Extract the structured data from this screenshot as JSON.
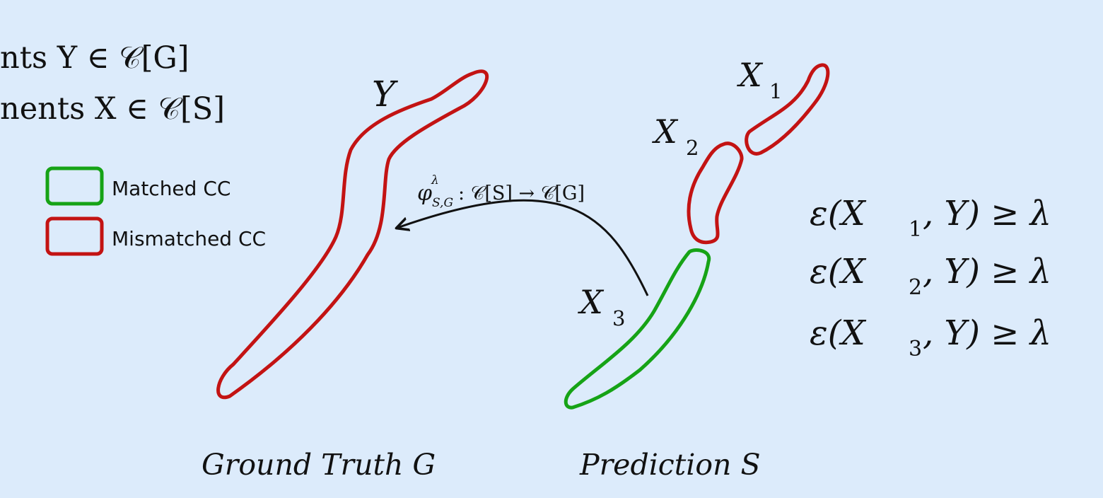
{
  "header": {
    "line_1": "nts Y ∈ 𝒞[G]",
    "line_2": "nents X ∈ 𝒞[S]"
  },
  "legend": {
    "matched_label": "Matched CC",
    "mismatched_label": "Mismatched CC",
    "matched_color": "#16a316",
    "mismatched_color": "#c31313"
  },
  "ground_truth": {
    "component_label": "Y",
    "caption": "Ground Truth G"
  },
  "prediction": {
    "caption": "Prediction S",
    "components": [
      {
        "label": "X",
        "subscript": "1",
        "status": "mismatched"
      },
      {
        "label": "X",
        "subscript": "2",
        "status": "mismatched"
      },
      {
        "label": "X",
        "subscript": "3",
        "status": "matched"
      }
    ]
  },
  "mapping": {
    "function": "φ",
    "superscript": "λ",
    "subscript": "S,G",
    "signature": ": 𝒞[S] → 𝒞[G]"
  },
  "conditions": [
    {
      "x_sub": "1",
      "text": "ε(X",
      "rest": ", Y) ≥ λ"
    },
    {
      "x_sub": "2",
      "text": "ε(X",
      "rest": ", Y) ≥ λ"
    },
    {
      "x_sub": "3",
      "text": "ε(X",
      "rest": ", Y) ≥ λ"
    }
  ]
}
